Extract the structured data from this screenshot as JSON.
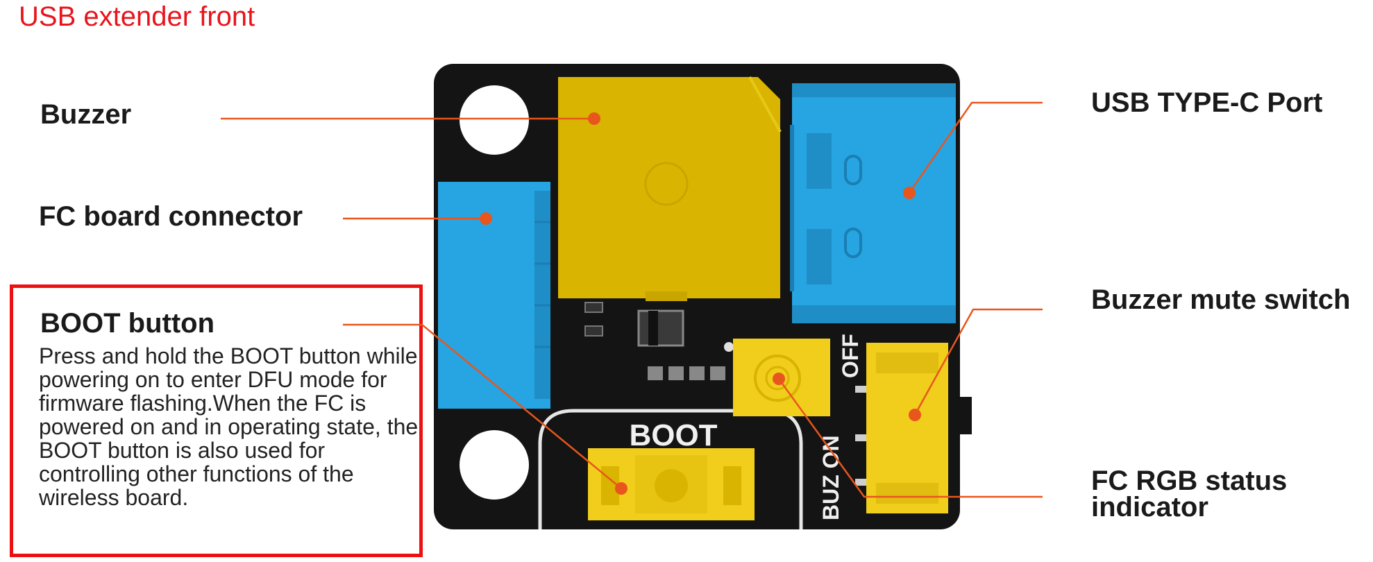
{
  "page_title": "USB extender front",
  "labels": {
    "buzzer": "Buzzer",
    "fc_board_connector": "FC board connector",
    "boot_button": "BOOT button",
    "usb_type_c_port": "USB TYPE-C Port",
    "buzzer_mute_switch": "Buzzer mute switch",
    "fc_rgb_status_indicator_line1": "FC RGB status",
    "fc_rgb_status_indicator_line2": "indicator"
  },
  "boot_description": "Press and hold the BOOT button while powering on to enter DFU mode for firmware flashing.When the FC is powered on and in operating state, the BOOT button is also used for controlling other functions of the wireless board.",
  "board_markings": {
    "boot": "BOOT",
    "off": "OFF",
    "buz_on": "BUZ ON"
  },
  "colors": {
    "title": "#e8141c",
    "callout_line": "#e8561e",
    "highlight_box": "#ee1010",
    "pcb": "#141414",
    "connector_blue": "#27a4e2",
    "buzzer_yellow": "#d9b400",
    "switch_yellow": "#f1cd1c"
  }
}
